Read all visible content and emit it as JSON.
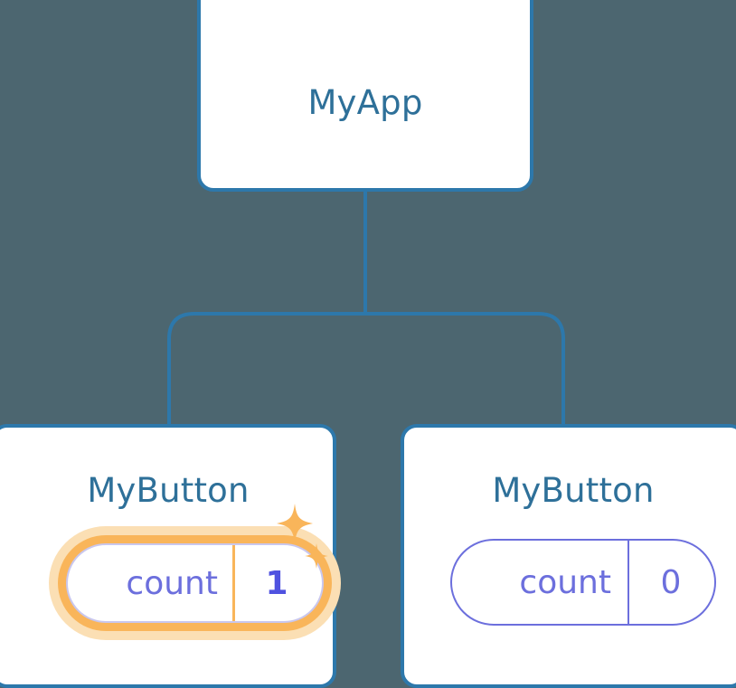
{
  "diagram": {
    "type": "component-tree",
    "background_color": "#4c6670",
    "node_border_color": "#2d78ab",
    "node_title_color": "#2e7099",
    "state_color": "#6c6fdd",
    "highlight_color": "#f9b55a",
    "highlight_glow_color": "#fbdfb4",
    "highlight_value_color": "#4f52e0"
  },
  "root": {
    "title": "MyApp"
  },
  "children": [
    {
      "title": "MyButton",
      "state": {
        "key": "count",
        "value": "1"
      },
      "highlighted": true,
      "sparkle_large": "sparkle-icon",
      "sparkle_small": "sparkle-icon"
    },
    {
      "title": "MyButton",
      "state": {
        "key": "count",
        "value": "0"
      },
      "highlighted": false
    }
  ]
}
